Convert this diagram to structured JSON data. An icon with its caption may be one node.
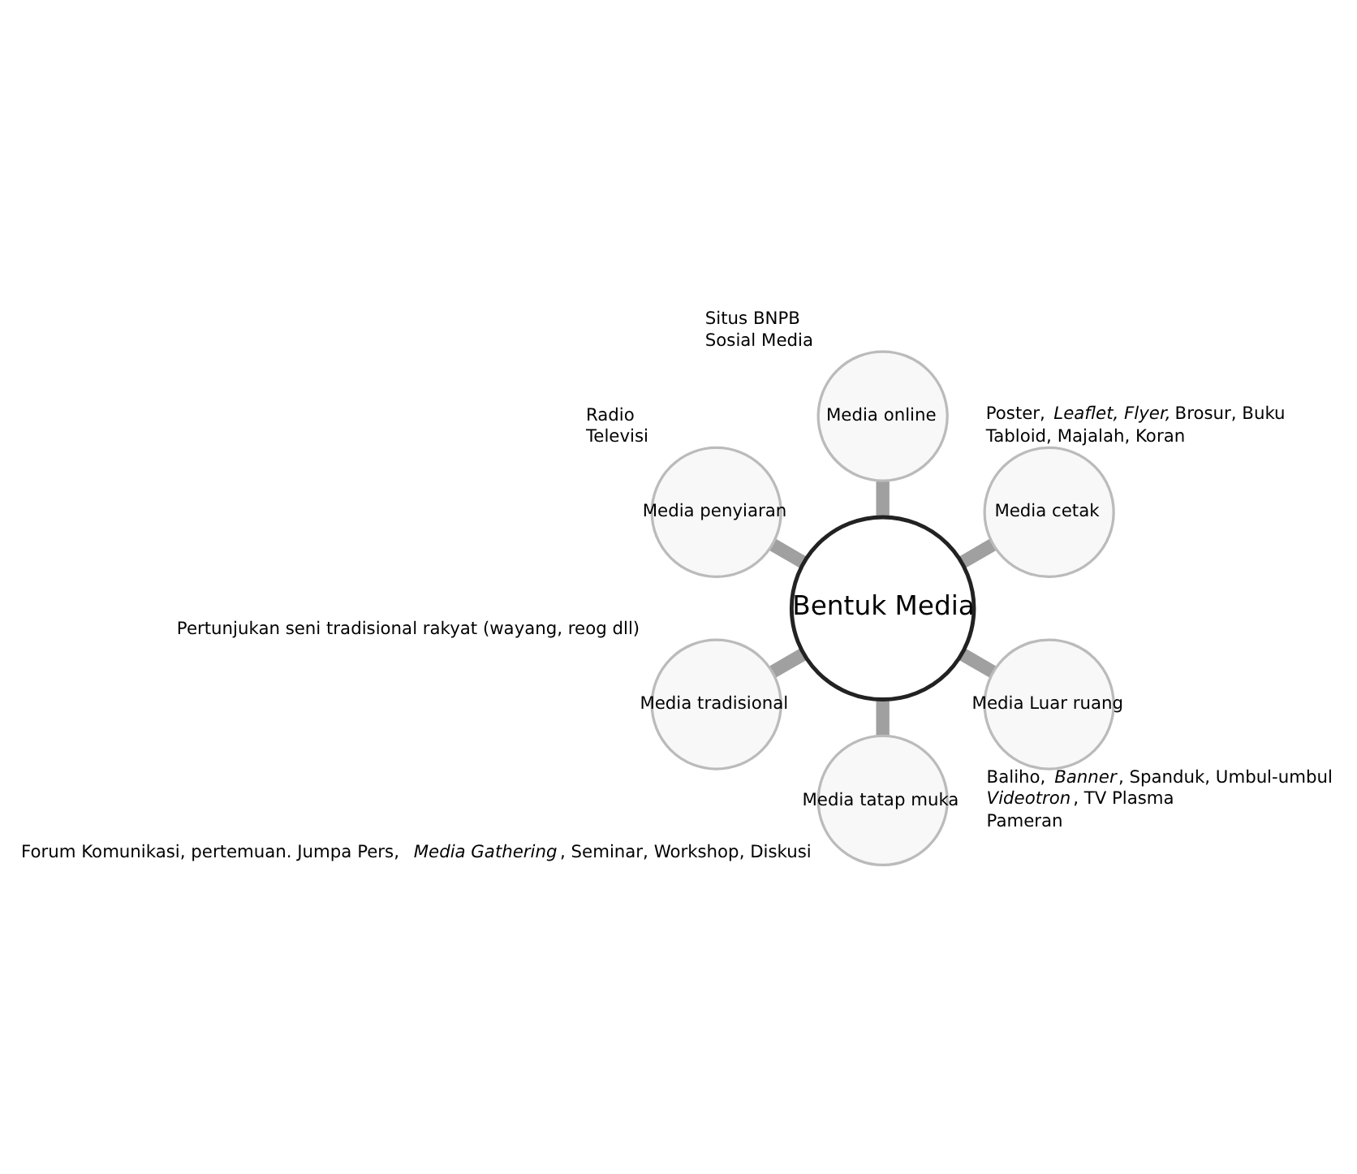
{
  "diagram": {
    "nodes": [
      {
        "text": [
          "Bentuk Media"
        ]
      },
      {
        "text": [
          "Media cetak"
        ],
        "beside": [
          "Poster, *Leaflet, Flyer,* Brosur, Buku",
          "Tabloid, Majalah, Koran"
        ]
      },
      {
        "text": [
          "Media online"
        ],
        "beside": [
          "Situs BNPB",
          "Sosial Media"
        ]
      },
      {
        "text": [
          "Media penyiaran"
        ],
        "beside": [
          "Radio",
          "Televisi"
        ]
      },
      {
        "text": [
          "Media tradisional"
        ],
        "beside": [
          "Pertunjukan seni tradisional rakyat (wayang, reog dll)"
        ]
      },
      {
        "text": [
          "Media tatap muka"
        ],
        "beside": [
          "Forum Komunikasi, pertemuan. Jumpa Pers, *Media Gathering*, Seminar, Workshop, Diskusi"
        ]
      },
      {
        "text": [
          "Media Luar ruang"
        ],
        "beside": [
          "Baliho, *Banner*, Spanduk, Umbul-umbul",
          "*Videotron*, TV Plasma",
          "Pameran"
        ]
      }
    ],
    "edges": [
      {
        "from": 0,
        "to": 1,
        "arrow": "none"
      },
      {
        "from": 0,
        "to": 3,
        "arrow": "none"
      },
      {
        "from": 0,
        "to": 5,
        "arrow": "none"
      },
      {
        "from": 0,
        "to": 6,
        "arrow": "none"
      },
      {
        "from": 0,
        "to": 4,
        "arrow": "none"
      },
      {
        "from": 0,
        "to": 2,
        "arrow": "none"
      }
    ]
  }
}
